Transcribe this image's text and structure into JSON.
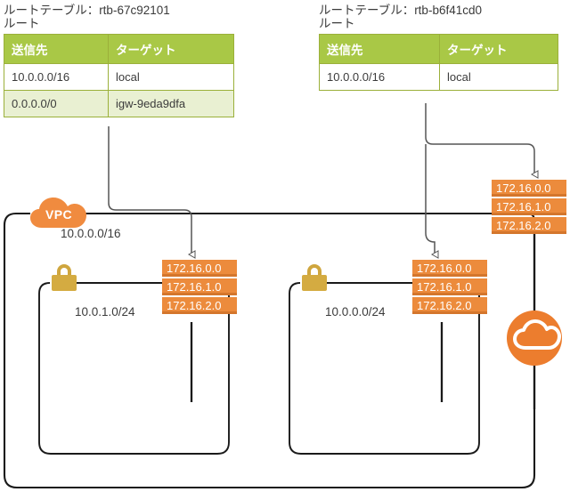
{
  "route_tables": [
    {
      "name": "route-table-1",
      "title": "ルートテーブル：rtb-67c92101\nルート",
      "columns": [
        "送信先",
        "ターゲット"
      ],
      "rows": [
        [
          "10.0.0.0/16",
          "local"
        ],
        [
          "0.0.0.0/0",
          "igw-9eda9dfa"
        ]
      ]
    },
    {
      "name": "route-table-2",
      "title": "ルートテーブル：rtb-b6f41cd0\nルート",
      "columns": [
        "送信先",
        "ターゲット"
      ],
      "rows": [
        [
          "10.0.0.0/16",
          "local"
        ]
      ]
    }
  ],
  "vpc": {
    "badge_label": "VPC",
    "cidr": "10.0.0.0/16"
  },
  "subnets": [
    {
      "name": "subnet-left",
      "cidr": "10.0.1.0/24",
      "ips": [
        "172.16.0.0",
        "172.16.1.0",
        "172.16.2.0"
      ]
    },
    {
      "name": "subnet-right",
      "cidr": "10.0.0.0/24",
      "ips": [
        "172.16.0.0",
        "172.16.1.0",
        "172.16.2.0"
      ]
    }
  ],
  "edge_ips": [
    "172.16.0.0",
    "172.16.1.0",
    "172.16.2.0"
  ],
  "gateway": {
    "icon": "cloud-icon"
  },
  "colors": {
    "badge_orange": "#ec8b3c",
    "badge_orange_dark": "#d4762c",
    "header_green": "#a9c846",
    "row_alt_green": "#e9f0d2",
    "lock_gold": "#d4ab41",
    "gateway_orange": "#ec7d2e",
    "line": "#1a1a1a"
  }
}
